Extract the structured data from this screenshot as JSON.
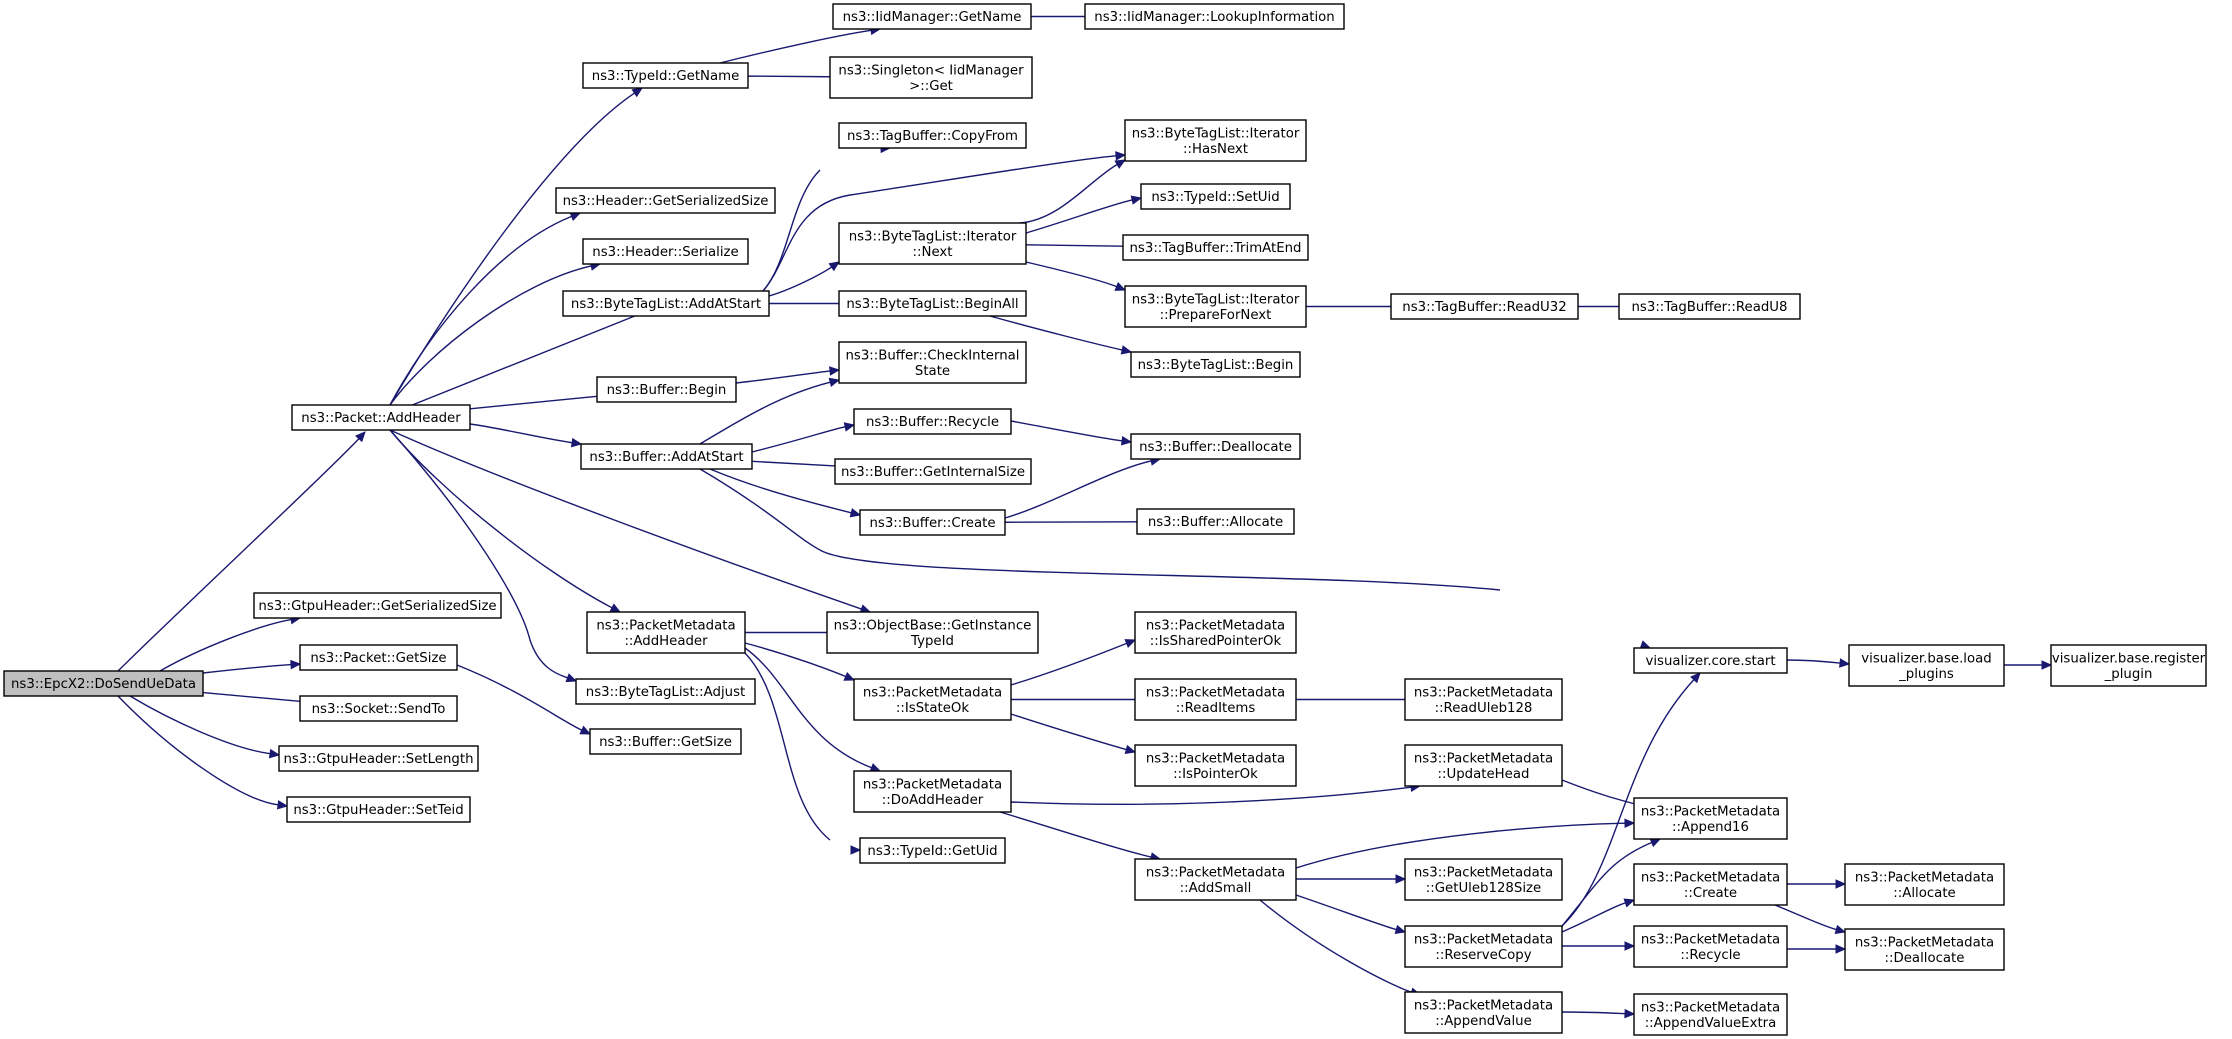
{
  "diagram": {
    "type": "call-graph",
    "colors": {
      "edge": "#191970",
      "root_fill": "#bfbfbf",
      "node_fill": "#ffffff",
      "border": "#000000"
    },
    "nodes": [
      {
        "id": "n0",
        "lines": [
          "ns3::EpcX2::DoSendUeData"
        ],
        "root": true
      },
      {
        "id": "n1",
        "lines": [
          "ns3::Packet::AddHeader"
        ]
      },
      {
        "id": "n2",
        "lines": [
          "ns3::GtpuHeader::GetSerializedSize"
        ]
      },
      {
        "id": "n3",
        "lines": [
          "ns3::Packet::GetSize"
        ]
      },
      {
        "id": "n4",
        "lines": [
          "ns3::Socket::SendTo"
        ]
      },
      {
        "id": "n5",
        "lines": [
          "ns3::GtpuHeader::SetLength"
        ]
      },
      {
        "id": "n6",
        "lines": [
          "ns3::GtpuHeader::SetTeid"
        ]
      },
      {
        "id": "n7",
        "lines": [
          "ns3::TypeId::GetName"
        ]
      },
      {
        "id": "n8",
        "lines": [
          "ns3::Header::GetSerializedSize"
        ]
      },
      {
        "id": "n9",
        "lines": [
          "ns3::Header::Serialize"
        ]
      },
      {
        "id": "n10",
        "lines": [
          "ns3::ByteTagList::AddAtStart"
        ]
      },
      {
        "id": "n11",
        "lines": [
          "ns3::Buffer::Begin"
        ]
      },
      {
        "id": "n12",
        "lines": [
          "ns3::Buffer::AddAtStart"
        ]
      },
      {
        "id": "n13",
        "lines": [
          "ns3::PacketMetadata",
          "::AddHeader"
        ]
      },
      {
        "id": "n14",
        "lines": [
          "ns3::ByteTagList::Adjust"
        ]
      },
      {
        "id": "n15",
        "lines": [
          "ns3::Buffer::GetSize"
        ]
      },
      {
        "id": "n16",
        "lines": [
          "ns3::IidManager::GetName"
        ]
      },
      {
        "id": "n17",
        "lines": [
          "ns3::Singleton< IidManager",
          " >::Get"
        ]
      },
      {
        "id": "n18",
        "lines": [
          "ns3::TagBuffer::CopyFrom"
        ]
      },
      {
        "id": "n19",
        "lines": [
          "ns3::ByteTagList::Iterator",
          "::Next"
        ]
      },
      {
        "id": "n20",
        "lines": [
          "ns3::ByteTagList::BeginAll"
        ]
      },
      {
        "id": "n21",
        "lines": [
          "ns3::Buffer::CheckInternal",
          "State"
        ]
      },
      {
        "id": "n22",
        "lines": [
          "ns3::Buffer::Recycle"
        ]
      },
      {
        "id": "n23",
        "lines": [
          "ns3::Buffer::GetInternalSize"
        ]
      },
      {
        "id": "n24",
        "lines": [
          "ns3::Buffer::Create"
        ]
      },
      {
        "id": "n25",
        "lines": [
          "ns3::ObjectBase::GetInstance",
          "TypeId"
        ]
      },
      {
        "id": "n26",
        "lines": [
          "ns3::PacketMetadata",
          "::IsStateOk"
        ]
      },
      {
        "id": "n27",
        "lines": [
          "ns3::PacketMetadata",
          "::DoAddHeader"
        ]
      },
      {
        "id": "n28",
        "lines": [
          "ns3::TypeId::GetUid"
        ]
      },
      {
        "id": "n29",
        "lines": [
          "ns3::IidManager::LookupInformation"
        ]
      },
      {
        "id": "n30",
        "lines": [
          "ns3::ByteTagList::Iterator",
          "::HasNext"
        ]
      },
      {
        "id": "n31",
        "lines": [
          "ns3::TypeId::SetUid"
        ]
      },
      {
        "id": "n32",
        "lines": [
          "ns3::TagBuffer::TrimAtEnd"
        ]
      },
      {
        "id": "n33",
        "lines": [
          "ns3::ByteTagList::Iterator",
          "::PrepareForNext"
        ]
      },
      {
        "id": "n34",
        "lines": [
          "ns3::ByteTagList::Begin"
        ]
      },
      {
        "id": "n35",
        "lines": [
          "ns3::Buffer::Deallocate"
        ]
      },
      {
        "id": "n36",
        "lines": [
          "ns3::Buffer::Allocate"
        ]
      },
      {
        "id": "n37",
        "lines": [
          "ns3::PacketMetadata",
          "::IsSharedPointerOk"
        ]
      },
      {
        "id": "n38",
        "lines": [
          "ns3::PacketMetadata",
          "::ReadItems"
        ]
      },
      {
        "id": "n39",
        "lines": [
          "ns3::PacketMetadata",
          "::IsPointerOk"
        ]
      },
      {
        "id": "n40",
        "lines": [
          "ns3::PacketMetadata",
          "::AddSmall"
        ]
      },
      {
        "id": "n41",
        "lines": [
          "ns3::TagBuffer::ReadU32"
        ]
      },
      {
        "id": "n42",
        "lines": [
          "ns3::TagBuffer::ReadU8"
        ]
      },
      {
        "id": "n43",
        "lines": [
          "ns3::PacketMetadata",
          "::ReadUleb128"
        ]
      },
      {
        "id": "n44",
        "lines": [
          "ns3::PacketMetadata",
          "::UpdateHead"
        ]
      },
      {
        "id": "n45",
        "lines": [
          "ns3::PacketMetadata",
          "::GetUleb128Size"
        ]
      },
      {
        "id": "n46",
        "lines": [
          "ns3::PacketMetadata",
          "::ReserveCopy"
        ]
      },
      {
        "id": "n47",
        "lines": [
          "ns3::PacketMetadata",
          "::AppendValue"
        ]
      },
      {
        "id": "n48",
        "lines": [
          "visualizer.core.start"
        ]
      },
      {
        "id": "n49",
        "lines": [
          "ns3::PacketMetadata",
          "::Append16"
        ]
      },
      {
        "id": "n50",
        "lines": [
          "ns3::PacketMetadata",
          "::Create"
        ]
      },
      {
        "id": "n51",
        "lines": [
          "ns3::PacketMetadata",
          "::Recycle"
        ]
      },
      {
        "id": "n52",
        "lines": [
          "ns3::PacketMetadata",
          "::AppendValueExtra"
        ]
      },
      {
        "id": "n53",
        "lines": [
          "visualizer.base.load",
          "_plugins"
        ]
      },
      {
        "id": "n54",
        "lines": [
          "ns3::PacketMetadata",
          "::Allocate"
        ]
      },
      {
        "id": "n55",
        "lines": [
          "ns3::PacketMetadata",
          "::Deallocate"
        ]
      },
      {
        "id": "n56",
        "lines": [
          "visualizer.base.register",
          "_plugin"
        ]
      }
    ],
    "edges": [
      [
        "n0",
        "n1"
      ],
      [
        "n0",
        "n2"
      ],
      [
        "n0",
        "n3"
      ],
      [
        "n0",
        "n4"
      ],
      [
        "n0",
        "n5"
      ],
      [
        "n0",
        "n6"
      ],
      [
        "n1",
        "n7"
      ],
      [
        "n1",
        "n8"
      ],
      [
        "n1",
        "n9"
      ],
      [
        "n1",
        "n10"
      ],
      [
        "n1",
        "n11"
      ],
      [
        "n1",
        "n12"
      ],
      [
        "n1",
        "n13"
      ],
      [
        "n1",
        "n14"
      ],
      [
        "n1",
        "n25"
      ],
      [
        "n3",
        "n15"
      ],
      [
        "n7",
        "n16"
      ],
      [
        "n7",
        "n17"
      ],
      [
        "n16",
        "n29"
      ],
      [
        "n10",
        "n18"
      ],
      [
        "n10",
        "n30"
      ],
      [
        "n10",
        "n19"
      ],
      [
        "n10",
        "n20"
      ],
      [
        "n19",
        "n30"
      ],
      [
        "n19",
        "n31"
      ],
      [
        "n19",
        "n32"
      ],
      [
        "n19",
        "n33"
      ],
      [
        "n33",
        "n41"
      ],
      [
        "n41",
        "n42"
      ],
      [
        "n20",
        "n34"
      ],
      [
        "n11",
        "n21"
      ],
      [
        "n12",
        "n21"
      ],
      [
        "n12",
        "n22"
      ],
      [
        "n12",
        "n23"
      ],
      [
        "n12",
        "n24"
      ],
      [
        "n12",
        "n48"
      ],
      [
        "n22",
        "n35"
      ],
      [
        "n24",
        "n35"
      ],
      [
        "n24",
        "n36"
      ],
      [
        "n13",
        "n25"
      ],
      [
        "n13",
        "n26"
      ],
      [
        "n13",
        "n27"
      ],
      [
        "n13",
        "n28"
      ],
      [
        "n26",
        "n37"
      ],
      [
        "n26",
        "n38"
      ],
      [
        "n26",
        "n39"
      ],
      [
        "n38",
        "n43"
      ],
      [
        "n27",
        "n44"
      ],
      [
        "n27",
        "n40"
      ],
      [
        "n44",
        "n49"
      ],
      [
        "n40",
        "n49"
      ],
      [
        "n40",
        "n45"
      ],
      [
        "n40",
        "n46"
      ],
      [
        "n40",
        "n47"
      ],
      [
        "n46",
        "n48"
      ],
      [
        "n46",
        "n49"
      ],
      [
        "n46",
        "n50"
      ],
      [
        "n46",
        "n51"
      ],
      [
        "n47",
        "n52"
      ],
      [
        "n50",
        "n54"
      ],
      [
        "n50",
        "n55"
      ],
      [
        "n51",
        "n55"
      ],
      [
        "n48",
        "n53"
      ],
      [
        "n53",
        "n56"
      ]
    ]
  }
}
